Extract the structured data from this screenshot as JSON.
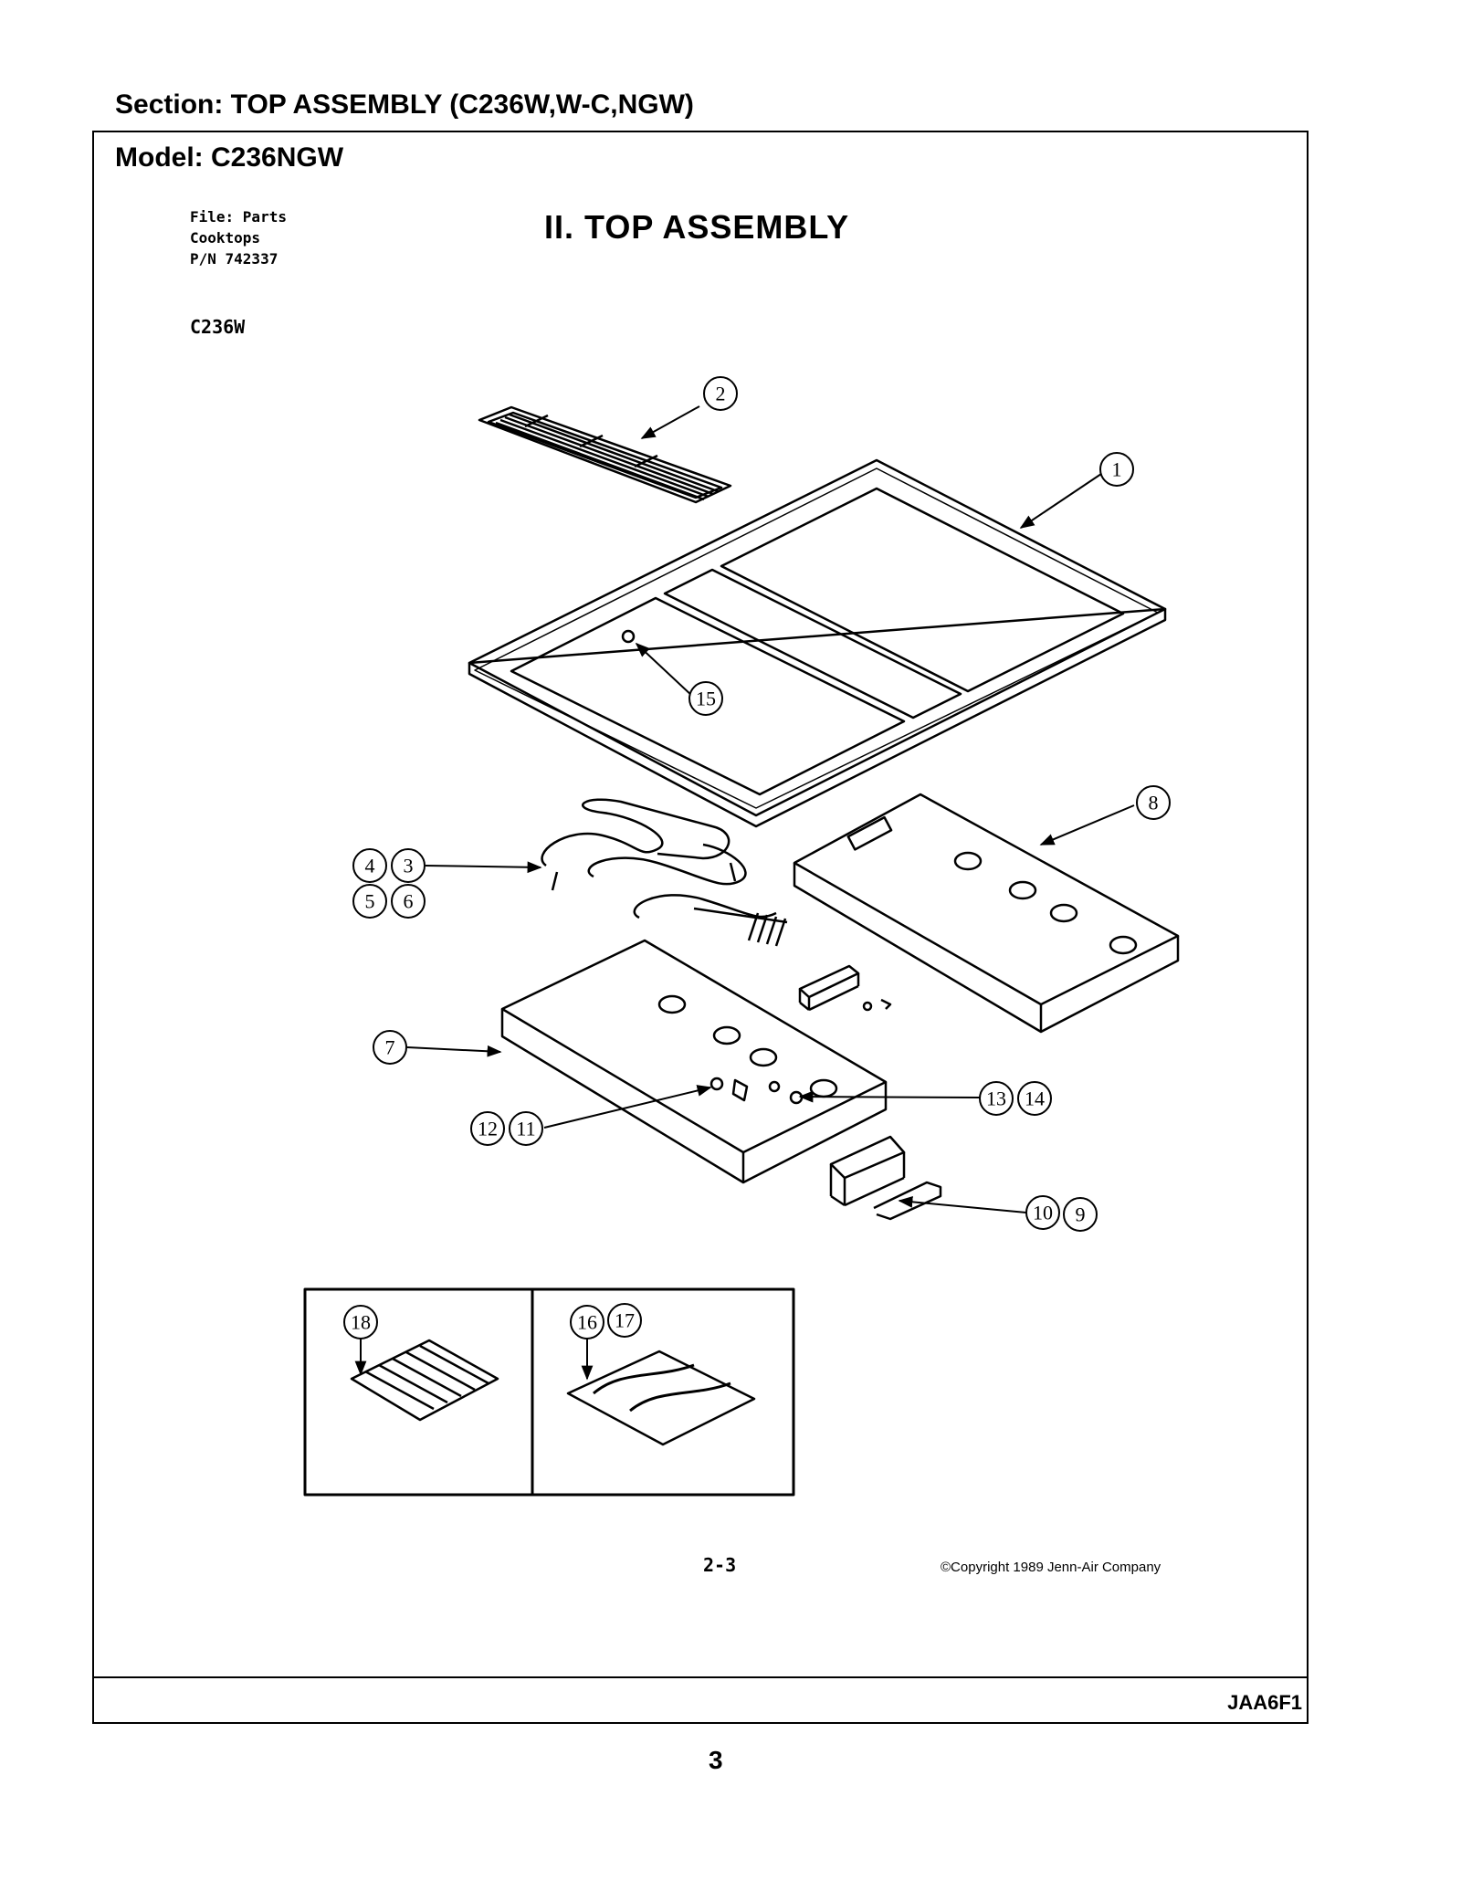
{
  "header": {
    "section": "Section:  TOP ASSEMBLY (C236W,W-C,NGW)",
    "model": "Model:  C236NGW"
  },
  "file_info": {
    "line1": "File: Parts",
    "line2": "Cooktops",
    "line3": "P/N 742337"
  },
  "model_code": "C236W",
  "title": "II. TOP ASSEMBLY",
  "callouts": {
    "c1": "1",
    "c2": "2",
    "c3": "3",
    "c4": "4",
    "c5": "5",
    "c6": "6",
    "c7": "7",
    "c8": "8",
    "c9": "9",
    "c10": "10",
    "c11": "11",
    "c12": "12",
    "c13": "13",
    "c14": "14",
    "c15": "15",
    "c16": "16",
    "c17": "17",
    "c18": "18"
  },
  "footer": {
    "page_code": "2-3",
    "copyright": "©Copyright 1989 Jenn-Air Company",
    "doc_code": "JAA6F1",
    "page_number": "3"
  }
}
